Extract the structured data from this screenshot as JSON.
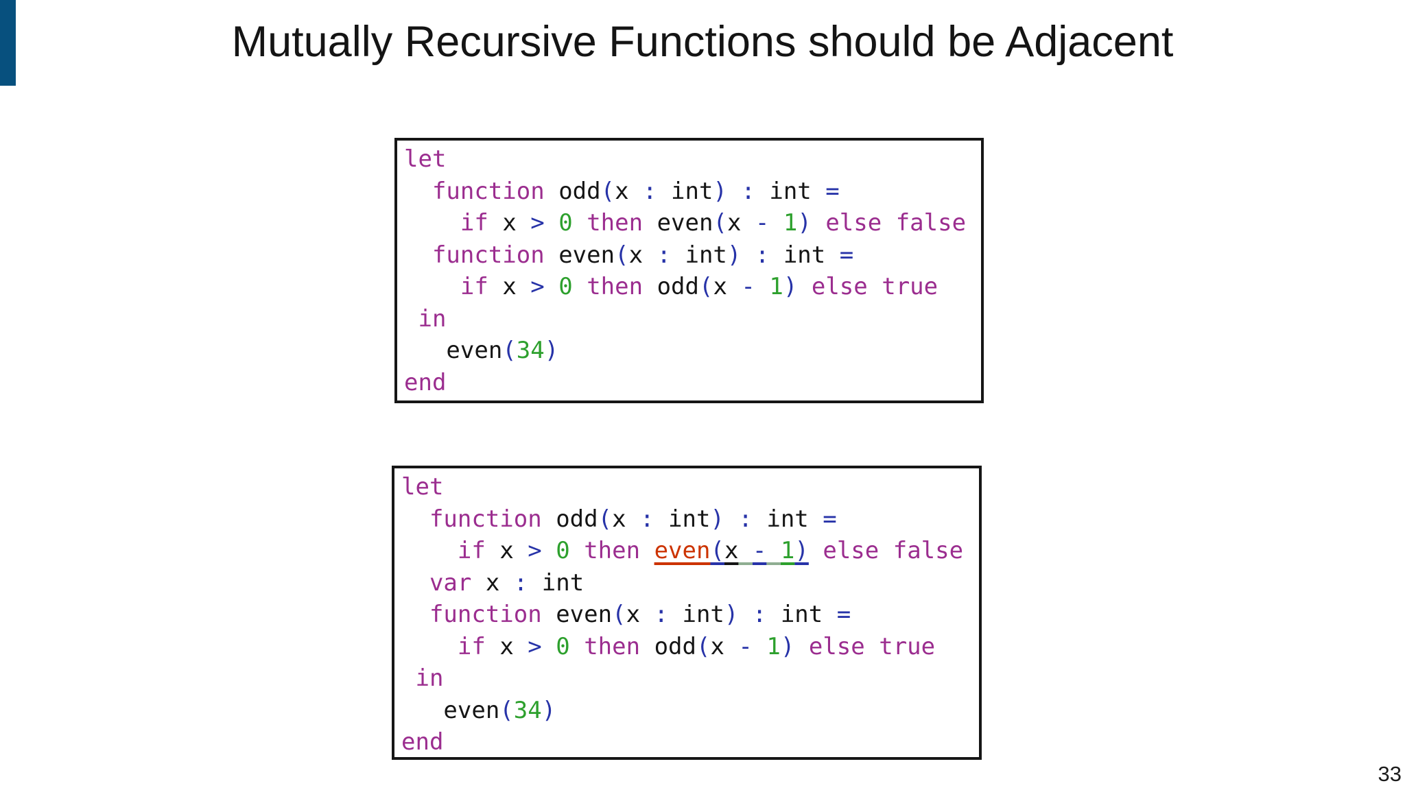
{
  "slide": {
    "title": "Mutually Recursive Functions should be Adjacent",
    "page_number": "33",
    "accent_bar_color": "#07507E",
    "background_color": "#FFFFFF",
    "box_border_color": "#161616"
  },
  "colors": {
    "keyword": "#9B2D8F",
    "punct": "#2733A8",
    "number": "#2DA02D",
    "plain": "#151515",
    "error": "#CC3300",
    "spaceu": "#8FAE92"
  },
  "code_blocks": [
    {
      "name": "adjacent-mutually-recursive-functions",
      "lines": [
        [
          {
            "t": "let",
            "c": "keyword"
          }
        ],
        [
          {
            "t": "  ",
            "c": "plain"
          },
          {
            "t": "function",
            "c": "keyword"
          },
          {
            "t": " odd",
            "c": "plain"
          },
          {
            "t": "(",
            "c": "punct"
          },
          {
            "t": "x ",
            "c": "plain"
          },
          {
            "t": ":",
            "c": "punct"
          },
          {
            "t": " int",
            "c": "plain"
          },
          {
            "t": ")",
            "c": "punct"
          },
          {
            "t": " ",
            "c": "plain"
          },
          {
            "t": ":",
            "c": "punct"
          },
          {
            "t": " int ",
            "c": "plain"
          },
          {
            "t": "=",
            "c": "punct"
          }
        ],
        [
          {
            "t": "    ",
            "c": "plain"
          },
          {
            "t": "if",
            "c": "keyword"
          },
          {
            "t": " x ",
            "c": "plain"
          },
          {
            "t": ">",
            "c": "punct"
          },
          {
            "t": " ",
            "c": "plain"
          },
          {
            "t": "0",
            "c": "number"
          },
          {
            "t": " ",
            "c": "plain"
          },
          {
            "t": "then",
            "c": "keyword"
          },
          {
            "t": " even",
            "c": "plain"
          },
          {
            "t": "(",
            "c": "punct"
          },
          {
            "t": "x ",
            "c": "plain"
          },
          {
            "t": "-",
            "c": "punct"
          },
          {
            "t": " ",
            "c": "plain"
          },
          {
            "t": "1",
            "c": "number"
          },
          {
            "t": ")",
            "c": "punct"
          },
          {
            "t": " ",
            "c": "plain"
          },
          {
            "t": "else",
            "c": "keyword"
          },
          {
            "t": " ",
            "c": "plain"
          },
          {
            "t": "false",
            "c": "keyword"
          }
        ],
        [
          {
            "t": "  ",
            "c": "plain"
          },
          {
            "t": "function",
            "c": "keyword"
          },
          {
            "t": " even",
            "c": "plain"
          },
          {
            "t": "(",
            "c": "punct"
          },
          {
            "t": "x ",
            "c": "plain"
          },
          {
            "t": ":",
            "c": "punct"
          },
          {
            "t": " int",
            "c": "plain"
          },
          {
            "t": ")",
            "c": "punct"
          },
          {
            "t": " ",
            "c": "plain"
          },
          {
            "t": ":",
            "c": "punct"
          },
          {
            "t": " int ",
            "c": "plain"
          },
          {
            "t": "=",
            "c": "punct"
          }
        ],
        [
          {
            "t": "    ",
            "c": "plain"
          },
          {
            "t": "if",
            "c": "keyword"
          },
          {
            "t": " x ",
            "c": "plain"
          },
          {
            "t": ">",
            "c": "punct"
          },
          {
            "t": " ",
            "c": "plain"
          },
          {
            "t": "0",
            "c": "number"
          },
          {
            "t": " ",
            "c": "plain"
          },
          {
            "t": "then",
            "c": "keyword"
          },
          {
            "t": " odd",
            "c": "plain"
          },
          {
            "t": "(",
            "c": "punct"
          },
          {
            "t": "x ",
            "c": "plain"
          },
          {
            "t": "-",
            "c": "punct"
          },
          {
            "t": " ",
            "c": "plain"
          },
          {
            "t": "1",
            "c": "number"
          },
          {
            "t": ")",
            "c": "punct"
          },
          {
            "t": " ",
            "c": "plain"
          },
          {
            "t": "else",
            "c": "keyword"
          },
          {
            "t": " ",
            "c": "plain"
          },
          {
            "t": "true",
            "c": "keyword"
          }
        ],
        [
          {
            "t": " ",
            "c": "plain"
          },
          {
            "t": "in",
            "c": "keyword"
          }
        ],
        [
          {
            "t": "   even",
            "c": "plain"
          },
          {
            "t": "(",
            "c": "punct"
          },
          {
            "t": "34",
            "c": "number"
          },
          {
            "t": ")",
            "c": "punct"
          }
        ],
        [
          {
            "t": "end",
            "c": "keyword"
          }
        ]
      ]
    },
    {
      "name": "separated-mutually-recursive-functions",
      "lines": [
        [
          {
            "t": "let",
            "c": "keyword"
          }
        ],
        [
          {
            "t": "  ",
            "c": "plain"
          },
          {
            "t": "function",
            "c": "keyword"
          },
          {
            "t": " odd",
            "c": "plain"
          },
          {
            "t": "(",
            "c": "punct"
          },
          {
            "t": "x ",
            "c": "plain"
          },
          {
            "t": ":",
            "c": "punct"
          },
          {
            "t": " int",
            "c": "plain"
          },
          {
            "t": ")",
            "c": "punct"
          },
          {
            "t": " ",
            "c": "plain"
          },
          {
            "t": ":",
            "c": "punct"
          },
          {
            "t": " int ",
            "c": "plain"
          },
          {
            "t": "=",
            "c": "punct"
          }
        ],
        [
          {
            "t": "    ",
            "c": "plain"
          },
          {
            "t": "if",
            "c": "keyword"
          },
          {
            "t": " x ",
            "c": "plain"
          },
          {
            "t": ">",
            "c": "punct"
          },
          {
            "t": " ",
            "c": "plain"
          },
          {
            "t": "0",
            "c": "number"
          },
          {
            "t": " ",
            "c": "plain"
          },
          {
            "t": "then",
            "c": "keyword"
          },
          {
            "t": " ",
            "c": "plain"
          },
          {
            "t": "even",
            "c": "error",
            "u": 1
          },
          {
            "t": "(",
            "c": "punct",
            "u": 1
          },
          {
            "t": "x",
            "c": "plain",
            "u": 1
          },
          {
            "t": " ",
            "c": "spaceu",
            "u": 1
          },
          {
            "t": "-",
            "c": "punct",
            "u": 1
          },
          {
            "t": " ",
            "c": "spaceu",
            "u": 1
          },
          {
            "t": "1",
            "c": "number",
            "u": 1
          },
          {
            "t": ")",
            "c": "punct",
            "u": 1
          },
          {
            "t": " ",
            "c": "plain"
          },
          {
            "t": "else",
            "c": "keyword"
          },
          {
            "t": " ",
            "c": "plain"
          },
          {
            "t": "false",
            "c": "keyword"
          }
        ],
        [
          {
            "t": "  ",
            "c": "plain"
          },
          {
            "t": "var",
            "c": "keyword"
          },
          {
            "t": " x ",
            "c": "plain"
          },
          {
            "t": ":",
            "c": "punct"
          },
          {
            "t": " int",
            "c": "plain"
          }
        ],
        [
          {
            "t": "  ",
            "c": "plain"
          },
          {
            "t": "function",
            "c": "keyword"
          },
          {
            "t": " even",
            "c": "plain"
          },
          {
            "t": "(",
            "c": "punct"
          },
          {
            "t": "x ",
            "c": "plain"
          },
          {
            "t": ":",
            "c": "punct"
          },
          {
            "t": " int",
            "c": "plain"
          },
          {
            "t": ")",
            "c": "punct"
          },
          {
            "t": " ",
            "c": "plain"
          },
          {
            "t": ":",
            "c": "punct"
          },
          {
            "t": " int ",
            "c": "plain"
          },
          {
            "t": "=",
            "c": "punct"
          }
        ],
        [
          {
            "t": "    ",
            "c": "plain"
          },
          {
            "t": "if",
            "c": "keyword"
          },
          {
            "t": " x ",
            "c": "plain"
          },
          {
            "t": ">",
            "c": "punct"
          },
          {
            "t": " ",
            "c": "plain"
          },
          {
            "t": "0",
            "c": "number"
          },
          {
            "t": " ",
            "c": "plain"
          },
          {
            "t": "then",
            "c": "keyword"
          },
          {
            "t": " odd",
            "c": "plain"
          },
          {
            "t": "(",
            "c": "punct"
          },
          {
            "t": "x ",
            "c": "plain"
          },
          {
            "t": "-",
            "c": "punct"
          },
          {
            "t": " ",
            "c": "plain"
          },
          {
            "t": "1",
            "c": "number"
          },
          {
            "t": ")",
            "c": "punct"
          },
          {
            "t": " ",
            "c": "plain"
          },
          {
            "t": "else",
            "c": "keyword"
          },
          {
            "t": " ",
            "c": "plain"
          },
          {
            "t": "true",
            "c": "keyword"
          }
        ],
        [
          {
            "t": " ",
            "c": "plain"
          },
          {
            "t": "in",
            "c": "keyword"
          }
        ],
        [
          {
            "t": "   even",
            "c": "plain"
          },
          {
            "t": "(",
            "c": "punct"
          },
          {
            "t": "34",
            "c": "number"
          },
          {
            "t": ")",
            "c": "punct"
          }
        ],
        [
          {
            "t": "end",
            "c": "keyword"
          }
        ]
      ]
    }
  ]
}
